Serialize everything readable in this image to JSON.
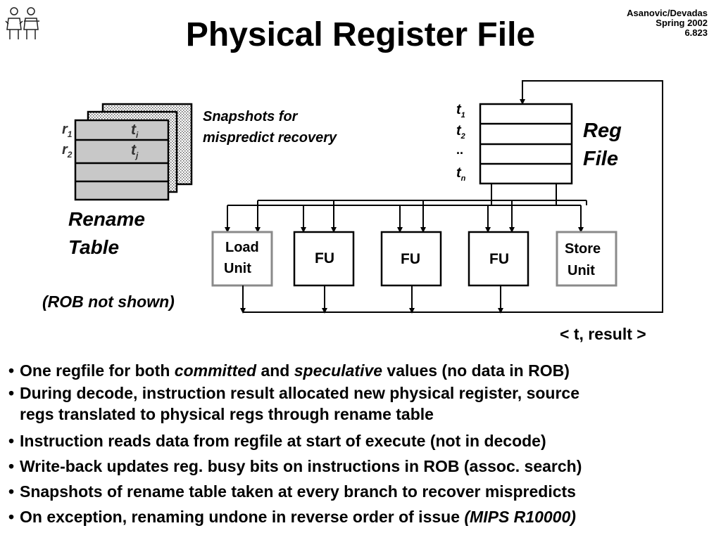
{
  "header": {
    "title": "Physical Register File",
    "credit_lines": [
      "Asanovic/Devadas",
      "Spring 2002",
      "6.823"
    ]
  },
  "diagram": {
    "rename_table": {
      "label_line1": "Rename",
      "label_line2": "Table",
      "row_regs": [
        "r",
        "r"
      ],
      "row_reg_subs": [
        "1",
        "2"
      ],
      "row_tags": [
        "t",
        "t"
      ],
      "row_tag_subs": [
        "i",
        "j"
      ]
    },
    "snapshots_note": [
      "Snapshots for",
      "mispredict recovery"
    ],
    "reg_file": {
      "label_line1": "Reg",
      "label_line2": "File",
      "tags": [
        "t",
        "t",
        "..",
        "t"
      ],
      "tag_subs": [
        "1",
        "2",
        "",
        "n"
      ]
    },
    "units": {
      "load_line1": "Load",
      "load_line2": "Unit",
      "fu": [
        "FU",
        "FU",
        "FU"
      ],
      "store_line1": "Store",
      "store_line2": "Unit"
    },
    "rob_note": "(ROB not shown)",
    "result_bus_label": "< t, result >"
  },
  "bullets": {
    "b1": {
      "pre": "One regfile for both ",
      "em1": "committed",
      "mid": " and ",
      "em2": "speculative",
      "post": " values (no data in ROB)"
    },
    "b2_line1": "During decode, instruction result allocated new physical register, source",
    "b2_line2": "regs translated to physical regs through rename table",
    "b3": "Instruction reads data from regfile at start of execute (not in decode)",
    "b4": "Write-back updates reg. busy bits on instructions in ROB (assoc. search)",
    "b5": "Snapshots of rename table taken at every branch to recover mispredicts",
    "b6": {
      "pre": "On exception, renaming undone in reverse order of issue ",
      "em": "(MIPS R10000)"
    },
    "marker": "•"
  },
  "colors": {
    "ink": "#000000",
    "table_fill": "#c8c8c8",
    "light_box_border": "#8a8a8a"
  }
}
